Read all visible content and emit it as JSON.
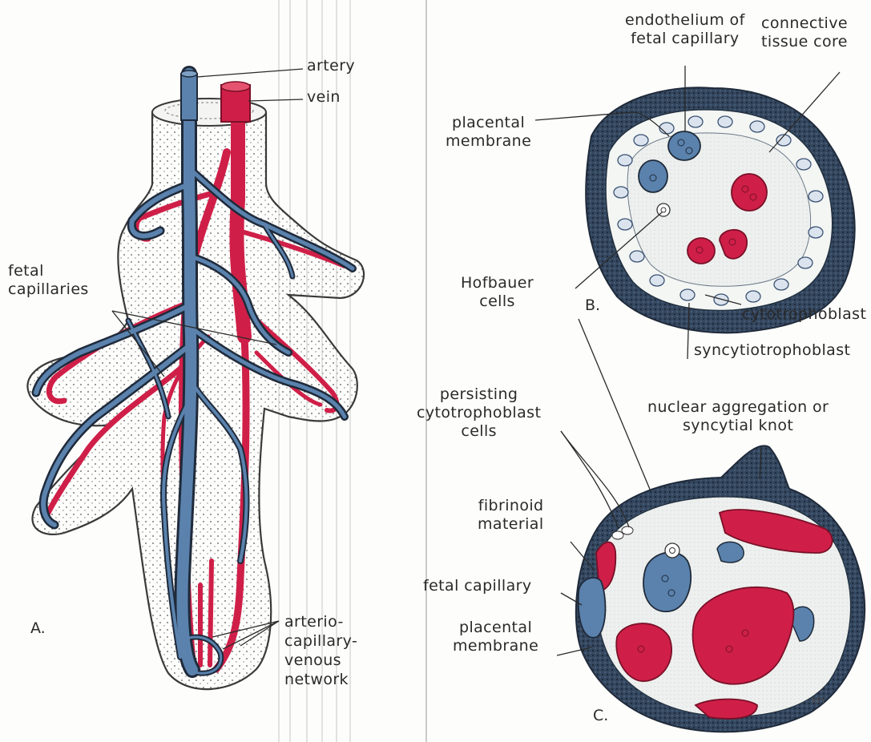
{
  "colors": {
    "artery_blue": "#5a82ad",
    "vein_red": "#cf1f48",
    "outline": "#1f2a3a",
    "dark_layer": "#2c3e55",
    "stroma": "#ecefed"
  },
  "panels": {
    "a": "A.",
    "b": "B.",
    "c": "C."
  },
  "labels": {
    "artery": "artery",
    "vein": "vein",
    "fetal_capillaries": [
      "fetal",
      "capillaries"
    ],
    "arterio_network": [
      "arterio-",
      "capillary-",
      "venous",
      "network"
    ],
    "endothelium": [
      "endothelium of",
      "fetal capillary"
    ],
    "connective_core": [
      "connective",
      "tissue core"
    ],
    "placental_membrane_b": [
      "placental",
      "membrane"
    ],
    "hofbauer": [
      "Hofbauer",
      "cells"
    ],
    "cytotrophoblast": "cytotrophoblast",
    "syncytiotrophoblast": "syncytiotrophoblast",
    "persisting": [
      "persisting",
      "cytotrophoblast",
      "cells"
    ],
    "nuclear": [
      "nuclear aggregation or",
      "syncytial knot"
    ],
    "fibrinoid": [
      "fibrinoid",
      "material"
    ],
    "fetal_capillary_c": "fetal capillary",
    "placental_membrane_c": [
      "placental",
      "membrane"
    ]
  }
}
